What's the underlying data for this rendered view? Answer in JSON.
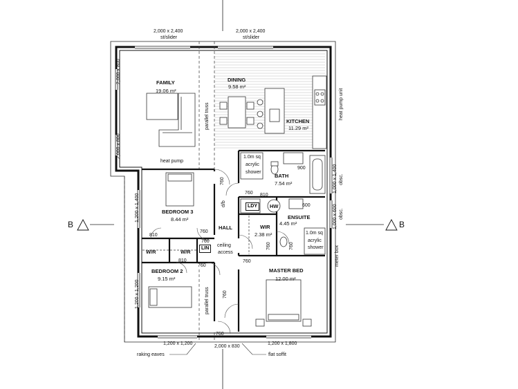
{
  "rooms": {
    "family": {
      "name": "FAMILY",
      "area": "19.06 m²"
    },
    "dining": {
      "name": "DINING",
      "area": "9.58 m²"
    },
    "kitchen": {
      "name": "KITCHEN",
      "area": "11.29 m²"
    },
    "bath": {
      "name": "BATH",
      "area": "7.54 m²"
    },
    "bedroom3": {
      "name": "BEDROOM 3",
      "area": "8.44 m²"
    },
    "bedroom2": {
      "name": "BEDROOM 2",
      "area": "9.15 m²"
    },
    "hall": {
      "name": "HALL"
    },
    "wir": {
      "name": "WIR",
      "area": "2.38 m²"
    },
    "ensuite": {
      "name": "ENSUITE",
      "area": "4.45 m²"
    },
    "master": {
      "name": "MASTER BED",
      "area": "12.00 m²"
    },
    "ldy": {
      "name": "LDY"
    },
    "hw": {
      "name": "HW"
    },
    "lin": {
      "name": "LIN"
    },
    "wr1": {
      "name": "W/R"
    },
    "wr2": {
      "name": "W/R"
    }
  },
  "windows": {
    "top_left": {
      "size": "2,000 x 2,400",
      "type": "st/slider"
    },
    "top_right": {
      "size": "2,000 x 2,400",
      "type": "st/slider"
    },
    "left_upper": "2,000 x 800",
    "left_lower": "2,000 x 800",
    "left_bed3": "1,200 x 1,400",
    "left_bed2": "1,200 x 1,200",
    "bottom_bed2": "1,200 x 1,200",
    "bottom_door": "2,000 x 830",
    "bottom_master": "1,200 x 1,800",
    "right_bath": "1,000 x 1,400",
    "right_bath_note": "obsc.",
    "right_ensuite": "1,000 x 600",
    "right_ensuite_note": "obsc."
  },
  "annotations": {
    "heat_pump": "heat pump",
    "heat_pump_unit": "heat pump unit",
    "parallel_truss_upper": "parallel truss",
    "parallel_truss_lower": "parallel truss",
    "shower_bath_l1": "1.0m sq",
    "shower_bath_l2": "acrylic",
    "shower_bath_l3": "shower",
    "shower_ens_l1": "1.0m sq",
    "shower_ens_l2": "acrylic",
    "shower_ens_l3": "shower",
    "vanity_bath": "900",
    "vanity_ensuite": "600",
    "ceiling_access_l1": "ceiling",
    "ceiling_access_l2": "access",
    "meter_box": "meter box",
    "db": "d/b",
    "raking_eaves": "raking eaves",
    "flat_soffit": "flat soffit",
    "section_left": "B",
    "section_right": "B"
  },
  "doors": {
    "d_bath": "760",
    "d_ldy": "760",
    "d_hw": "810",
    "d_bed3": "760",
    "d_hall_lin": "760",
    "d_lin": "760",
    "d_wr1": "810",
    "d_wr2": "810",
    "d_bed2": "760",
    "d_ens": "760",
    "d_wir": "760",
    "d_master": "760",
    "d_ens_side": "760"
  }
}
